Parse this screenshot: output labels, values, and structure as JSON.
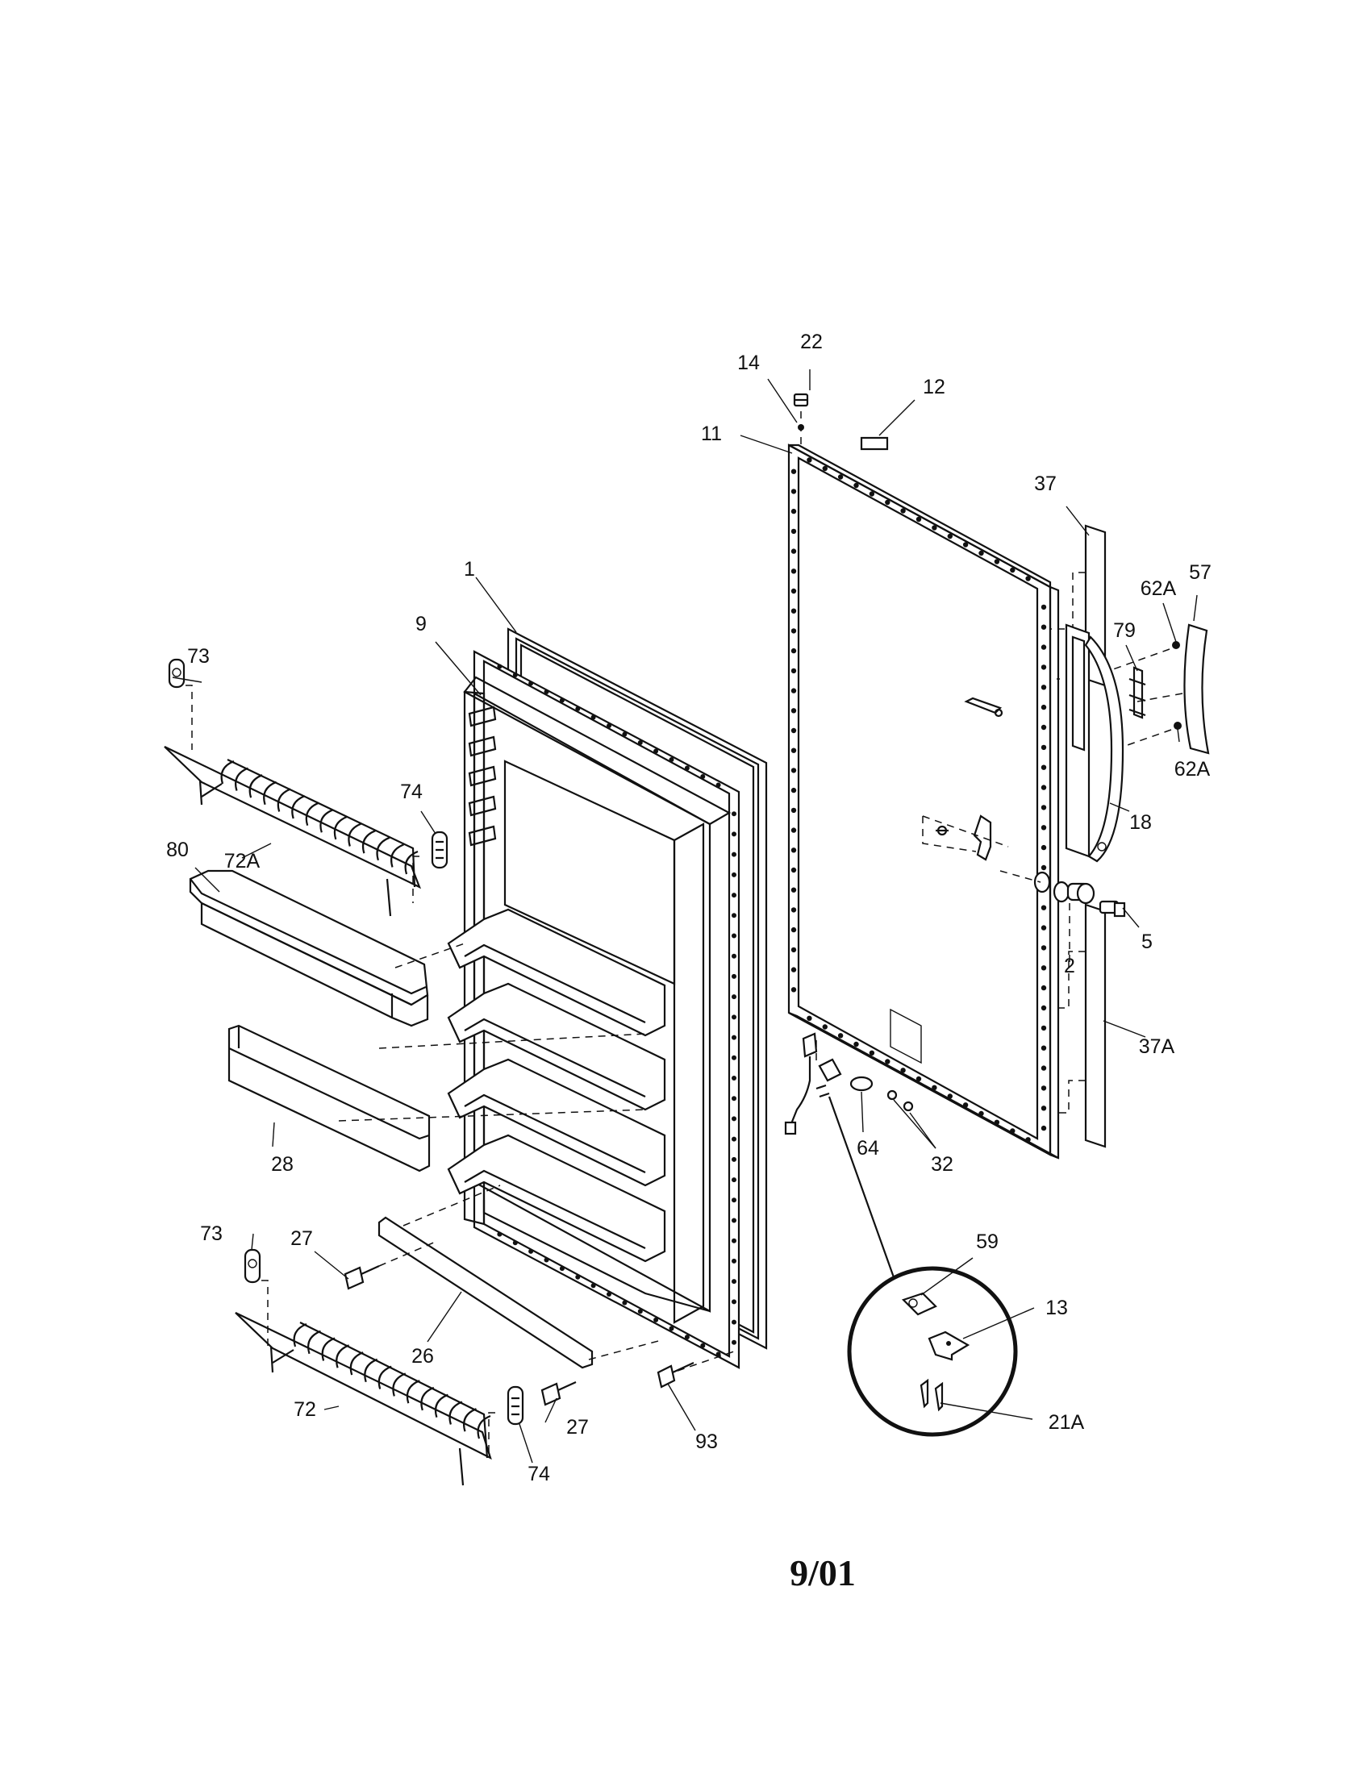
{
  "diagram": {
    "date_code": "9/01",
    "callouts": [
      {
        "id": "22",
        "label": "22"
      },
      {
        "id": "14",
        "label": "14"
      },
      {
        "id": "12",
        "label": "12"
      },
      {
        "id": "11",
        "label": "11"
      },
      {
        "id": "37",
        "label": "37"
      },
      {
        "id": "62a-top",
        "label": "62A"
      },
      {
        "id": "57",
        "label": "57"
      },
      {
        "id": "79",
        "label": "79"
      },
      {
        "id": "1",
        "label": "1"
      },
      {
        "id": "9",
        "label": "9"
      },
      {
        "id": "73-top",
        "label": "73"
      },
      {
        "id": "74-top",
        "label": "74"
      },
      {
        "id": "80",
        "label": "80"
      },
      {
        "id": "72a",
        "label": "72A"
      },
      {
        "id": "62a-bottom",
        "label": "62A"
      },
      {
        "id": "18",
        "label": "18"
      },
      {
        "id": "5",
        "label": "5"
      },
      {
        "id": "2",
        "label": "2"
      },
      {
        "id": "37a",
        "label": "37A"
      },
      {
        "id": "28",
        "label": "28"
      },
      {
        "id": "64",
        "label": "64"
      },
      {
        "id": "32",
        "label": "32"
      },
      {
        "id": "59",
        "label": "59"
      },
      {
        "id": "13",
        "label": "13"
      },
      {
        "id": "73-bottom",
        "label": "73"
      },
      {
        "id": "27-left",
        "label": "27"
      },
      {
        "id": "26",
        "label": "26"
      },
      {
        "id": "21a",
        "label": "21A"
      },
      {
        "id": "72",
        "label": "72"
      },
      {
        "id": "27-right",
        "label": "27"
      },
      {
        "id": "93",
        "label": "93"
      },
      {
        "id": "74-bottom",
        "label": "74"
      }
    ]
  }
}
